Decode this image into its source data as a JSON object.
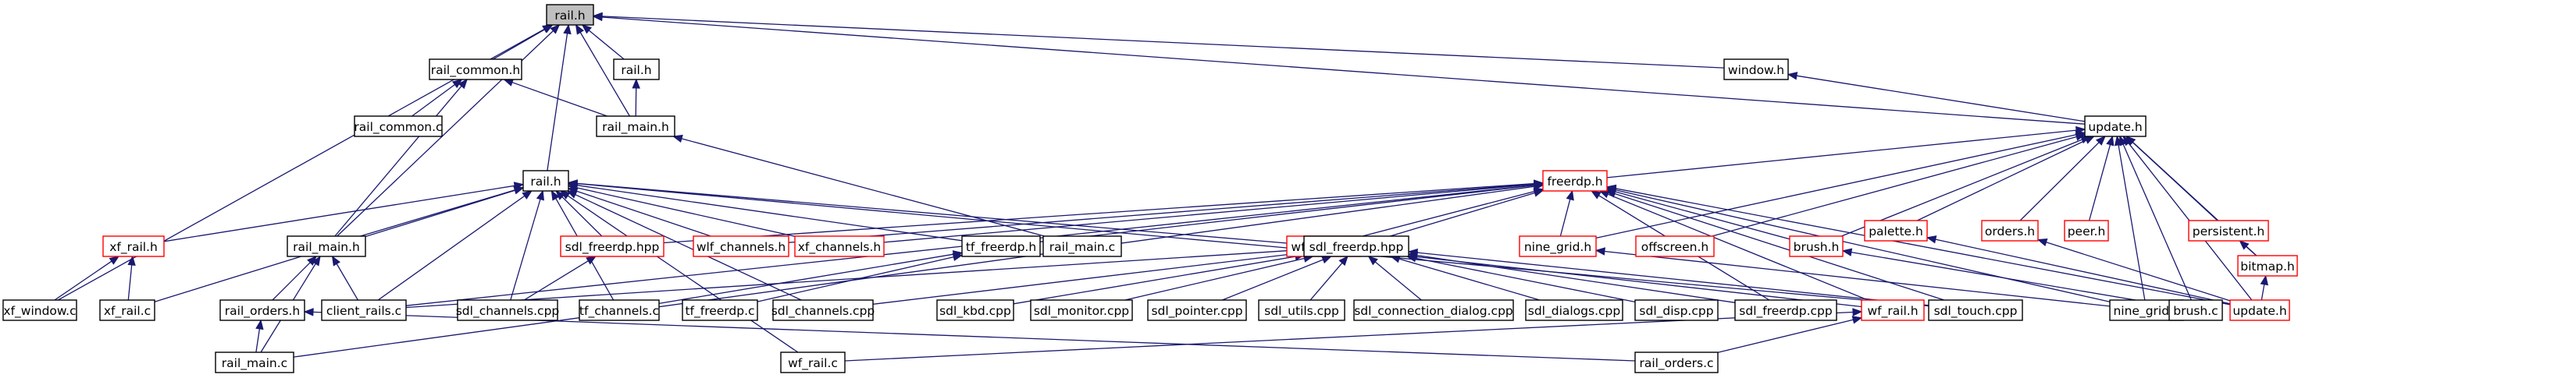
{
  "nodes": [
    {
      "id": "rail_h_root",
      "label": "rail.h",
      "style": "root"
    },
    {
      "id": "rail_common_h",
      "label": "rail_common.h",
      "style": "normal"
    },
    {
      "id": "rail_h_2",
      "label": "rail.h",
      "style": "normal"
    },
    {
      "id": "window_h",
      "label": "window.h",
      "style": "normal"
    },
    {
      "id": "rail_common_c",
      "label": "rail_common.c",
      "style": "normal"
    },
    {
      "id": "rail_main_h_top",
      "label": "rail_main.h",
      "style": "normal"
    },
    {
      "id": "update_h_top",
      "label": "update.h",
      "style": "normal"
    },
    {
      "id": "rail_h_mid",
      "label": "rail.h",
      "style": "normal"
    },
    {
      "id": "freerdp_h",
      "label": "freerdp.h",
      "style": "red"
    },
    {
      "id": "xf_rail_h",
      "label": "xf_rail.h",
      "style": "red"
    },
    {
      "id": "rail_main_h_mid",
      "label": "rail_main.h",
      "style": "normal"
    },
    {
      "id": "sdl_freerdp_hpp_red",
      "label": "sdl_freerdp.hpp",
      "style": "red"
    },
    {
      "id": "wlf_channels_h",
      "label": "wlf_channels.h",
      "style": "red"
    },
    {
      "id": "xf_channels_h",
      "label": "xf_channels.h",
      "style": "red"
    },
    {
      "id": "tf_freerdp_h",
      "label": "tf_freerdp.h",
      "style": "normal"
    },
    {
      "id": "rail_main_c",
      "label": "rail_main.c",
      "style": "normal"
    },
    {
      "id": "wf_client_h",
      "label": "wf_client.h",
      "style": "red"
    },
    {
      "id": "nine_grid_h",
      "label": "nine_grid.h",
      "style": "red"
    },
    {
      "id": "offscreen_h",
      "label": "offscreen.h",
      "style": "red"
    },
    {
      "id": "brush_h",
      "label": "brush.h",
      "style": "red"
    },
    {
      "id": "palette_h",
      "label": "palette.h",
      "style": "red"
    },
    {
      "id": "orders_h",
      "label": "orders.h",
      "style": "red"
    },
    {
      "id": "peer_h",
      "label": "peer.h",
      "style": "red"
    },
    {
      "id": "persistent_h",
      "label": "persistent.h",
      "style": "red"
    },
    {
      "id": "sdl_freerdp_hpp",
      "label": "sdl_freerdp.hpp",
      "style": "normal"
    },
    {
      "id": "bitmap_h",
      "label": "bitmap.h",
      "style": "red"
    },
    {
      "id": "xf_window_c",
      "label": "xf_window.c",
      "style": "normal"
    },
    {
      "id": "xf_rail_c",
      "label": "xf_rail.c",
      "style": "normal"
    },
    {
      "id": "rail_orders_h",
      "label": "rail_orders.h",
      "style": "normal"
    },
    {
      "id": "client_rails_c",
      "label": "client_rails.c",
      "style": "normal"
    },
    {
      "id": "sdl_channels_cpp_1",
      "label": "sdl_channels.cpp",
      "style": "normal"
    },
    {
      "id": "tf_channels_c",
      "label": "tf_channels.c",
      "style": "normal"
    },
    {
      "id": "tf_freerdp_c",
      "label": "tf_freerdp.c",
      "style": "normal"
    },
    {
      "id": "sdl_channels_cpp_2",
      "label": "sdl_channels.cpp",
      "style": "normal"
    },
    {
      "id": "sdl_kbd_cpp",
      "label": "sdl_kbd.cpp",
      "style": "normal"
    },
    {
      "id": "sdl_monitor_cpp",
      "label": "sdl_monitor.cpp",
      "style": "normal"
    },
    {
      "id": "sdl_pointer_cpp",
      "label": "sdl_pointer.cpp",
      "style": "normal"
    },
    {
      "id": "sdl_utils_cpp",
      "label": "sdl_utils.cpp",
      "style": "normal"
    },
    {
      "id": "sdl_connection_dialog_cpp",
      "label": "sdl_connection_dialog.cpp",
      "style": "normal"
    },
    {
      "id": "sdl_dialogs_cpp",
      "label": "sdl_dialogs.cpp",
      "style": "normal"
    },
    {
      "id": "sdl_disp_cpp",
      "label": "sdl_disp.cpp",
      "style": "normal"
    },
    {
      "id": "sdl_freerdp_cpp",
      "label": "sdl_freerdp.cpp",
      "style": "normal"
    },
    {
      "id": "wf_rail_h",
      "label": "wf_rail.h",
      "style": "red"
    },
    {
      "id": "sdl_touch_cpp",
      "label": "sdl_touch.cpp",
      "style": "normal"
    },
    {
      "id": "nine_grid_c",
      "label": "nine_grid.c",
      "style": "normal"
    },
    {
      "id": "brush_c",
      "label": "brush.c",
      "style": "normal"
    },
    {
      "id": "update_h_bottom",
      "label": "update.h",
      "style": "red"
    },
    {
      "id": "rail_main_c_bottom",
      "label": "rail_main.c",
      "style": "normal"
    },
    {
      "id": "wf_rail_c",
      "label": "wf_rail.c",
      "style": "normal"
    },
    {
      "id": "rail_orders_c",
      "label": "rail_orders.c",
      "style": "normal"
    }
  ],
  "edges": [
    [
      "rail_common_h",
      "rail_h_root"
    ],
    [
      "rail_h_2",
      "rail_h_root"
    ],
    [
      "rail_main_h_top",
      "rail_h_root"
    ],
    [
      "window_h",
      "rail_h_root"
    ],
    [
      "update_h_top",
      "rail_h_root"
    ],
    [
      "rail_h_mid",
      "rail_h_root"
    ],
    [
      "rail_main_h_mid",
      "rail_h_root"
    ],
    [
      "xf_window_c",
      "rail_h_root"
    ],
    [
      "rail_common_c",
      "rail_common_h"
    ],
    [
      "rail_main_h_top",
      "rail_common_h"
    ],
    [
      "rail_main_h_mid",
      "rail_common_h"
    ],
    [
      "rail_main_h_top",
      "rail_h_2"
    ],
    [
      "update_h_top",
      "window_h"
    ],
    [
      "rail_main_c",
      "rail_main_h_top"
    ],
    [
      "freerdp_h",
      "update_h_top"
    ],
    [
      "nine_grid_h",
      "update_h_top"
    ],
    [
      "offscreen_h",
      "update_h_top"
    ],
    [
      "brush_h",
      "update_h_top"
    ],
    [
      "palette_h",
      "update_h_top"
    ],
    [
      "orders_h",
      "update_h_top"
    ],
    [
      "peer_h",
      "update_h_top"
    ],
    [
      "persistent_h",
      "update_h_top"
    ],
    [
      "bitmap_h",
      "update_h_top"
    ],
    [
      "update_h_bottom",
      "update_h_top"
    ],
    [
      "nine_grid_c",
      "update_h_top"
    ],
    [
      "brush_c",
      "update_h_top"
    ],
    [
      "xf_rail_h",
      "rail_h_mid"
    ],
    [
      "rail_main_h_mid",
      "rail_h_mid"
    ],
    [
      "sdl_freerdp_hpp_red",
      "rail_h_mid"
    ],
    [
      "wlf_channels_h",
      "rail_h_mid"
    ],
    [
      "xf_channels_h",
      "rail_h_mid"
    ],
    [
      "tf_freerdp_h",
      "rail_h_mid"
    ],
    [
      "wf_client_h",
      "rail_h_mid"
    ],
    [
      "xf_rail_c",
      "rail_h_mid"
    ],
    [
      "client_rails_c",
      "rail_h_mid"
    ],
    [
      "sdl_channels_cpp_1",
      "rail_h_mid"
    ],
    [
      "tf_channels_c",
      "rail_h_mid"
    ],
    [
      "sdl_channels_cpp_2",
      "rail_h_mid"
    ],
    [
      "wf_rail_c",
      "rail_h_mid"
    ],
    [
      "sdl_touch_cpp",
      "rail_h_mid"
    ],
    [
      "sdl_freerdp_hpp_red",
      "freerdp_h"
    ],
    [
      "wlf_channels_h",
      "freerdp_h"
    ],
    [
      "xf_channels_h",
      "freerdp_h"
    ],
    [
      "tf_freerdp_h",
      "freerdp_h"
    ],
    [
      "wf_client_h",
      "freerdp_h"
    ],
    [
      "sdl_freerdp_hpp",
      "freerdp_h"
    ],
    [
      "nine_grid_h",
      "freerdp_h"
    ],
    [
      "brush_h",
      "freerdp_h"
    ],
    [
      "client_rails_c",
      "freerdp_h"
    ],
    [
      "sdl_freerdp_cpp",
      "freerdp_h"
    ],
    [
      "wf_rail_h",
      "freerdp_h"
    ],
    [
      "sdl_touch_cpp",
      "freerdp_h"
    ],
    [
      "nine_grid_c",
      "freerdp_h"
    ],
    [
      "update_h_bottom",
      "freerdp_h"
    ],
    [
      "rail_main_c_bottom",
      "freerdp_h"
    ],
    [
      "xf_window_c",
      "xf_rail_h"
    ],
    [
      "xf_rail_c",
      "xf_rail_h"
    ],
    [
      "rail_orders_h",
      "rail_main_h_mid"
    ],
    [
      "rail_main_c_bottom",
      "rail_main_h_mid"
    ],
    [
      "client_rails_c",
      "rail_main_h_mid"
    ],
    [
      "rail_main_c_bottom",
      "rail_orders_h"
    ],
    [
      "rail_orders_c",
      "rail_orders_h"
    ],
    [
      "sdl_channels_cpp_1",
      "sdl_freerdp_hpp_red"
    ],
    [
      "tf_channels_c",
      "tf_freerdp_h"
    ],
    [
      "tf_freerdp_c",
      "tf_freerdp_h"
    ],
    [
      "wf_rail_h",
      "wf_client_h"
    ],
    [
      "wf_rail_c",
      "wf_rail_h"
    ],
    [
      "rail_orders_c",
      "wf_rail_h"
    ],
    [
      "client_rails_c",
      "sdl_freerdp_hpp"
    ],
    [
      "sdl_channels_cpp_2",
      "sdl_freerdp_hpp"
    ],
    [
      "sdl_kbd_cpp",
      "sdl_freerdp_hpp"
    ],
    [
      "sdl_monitor_cpp",
      "sdl_freerdp_hpp"
    ],
    [
      "sdl_pointer_cpp",
      "sdl_freerdp_hpp"
    ],
    [
      "sdl_utils_cpp",
      "sdl_freerdp_hpp"
    ],
    [
      "sdl_connection_dialog_cpp",
      "sdl_freerdp_hpp"
    ],
    [
      "sdl_dialogs_cpp",
      "sdl_freerdp_hpp"
    ],
    [
      "sdl_disp_cpp",
      "sdl_freerdp_hpp"
    ],
    [
      "sdl_freerdp_cpp",
      "sdl_freerdp_hpp"
    ],
    [
      "sdl_touch_cpp",
      "sdl_freerdp_hpp"
    ],
    [
      "nine_grid_c",
      "nine_grid_h"
    ],
    [
      "brush_c",
      "brush_h"
    ],
    [
      "update_h_bottom",
      "palette_h"
    ],
    [
      "update_h_bottom",
      "orders_h"
    ],
    [
      "bitmap_h",
      "persistent_h"
    ],
    [
      "update_h_bottom",
      "bitmap_h"
    ]
  ]
}
